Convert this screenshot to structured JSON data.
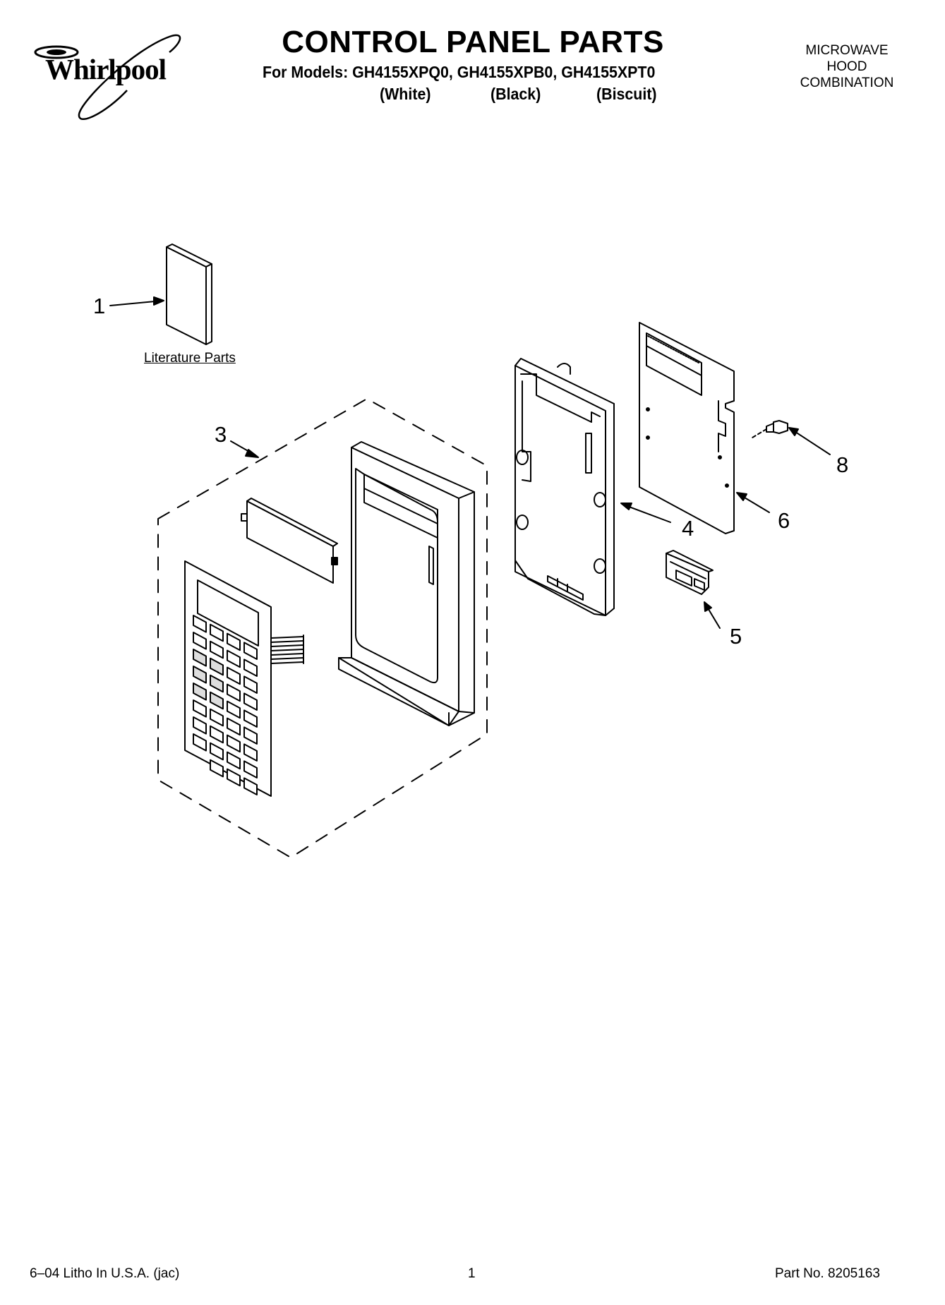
{
  "header": {
    "brand": "Whirlpool",
    "title": "CONTROL PANEL PARTS",
    "models_line": "For Models: GH4155XPQ0, GH4155XPB0, GH4155XPT0",
    "colors": [
      "(White)",
      "(Black)",
      "(Biscuit)"
    ],
    "product_type": [
      "MICROWAVE",
      "HOOD",
      "COMBINATION"
    ]
  },
  "diagram": {
    "literature_label": "Literature Parts",
    "callouts": [
      "1",
      "3",
      "4",
      "5",
      "6",
      "8"
    ]
  },
  "footer": {
    "litho": "6–04 Litho In U.S.A. (jac)",
    "page": "1",
    "part_no": "Part No. 8205163"
  }
}
